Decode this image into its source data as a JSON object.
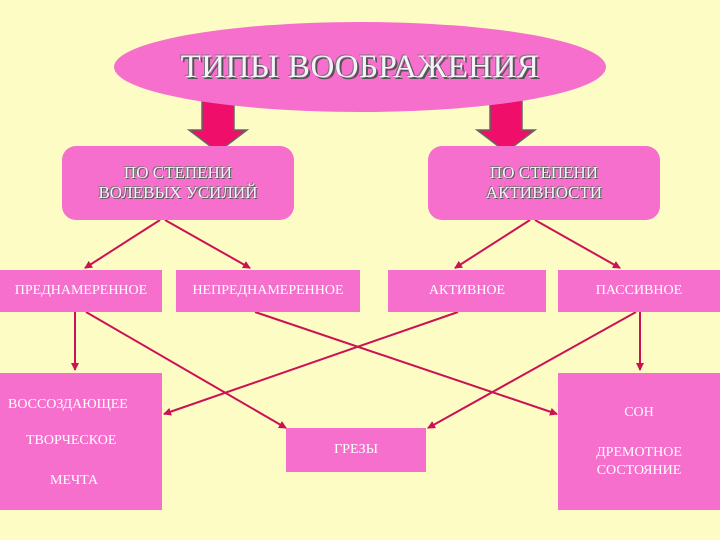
{
  "title": "ТИПЫ ВООБРАЖЕНИЯ",
  "categories": {
    "volitional": [
      "ПО СТЕПЕНИ",
      "ВОЛЕВЫХ УСИЛИЙ"
    ],
    "activity": [
      "ПО СТЕПЕНИ",
      "АКТИВНОСТИ"
    ]
  },
  "types": {
    "intentional": "ПРЕДНАМЕРЕННОЕ",
    "unintentional": "НЕПРЕДНАМЕРЕННОЕ",
    "active": "АКТИВНОЕ",
    "passive": "ПАССИВНОЕ"
  },
  "intentional_kinds": [
    "ВОССОЗДАЮЩЕЕ",
    "ТВОРЧЕСКОЕ",
    "МЕЧТА"
  ],
  "daydreams": "ГРЕЗЫ",
  "passive_kinds": {
    "sleep": "СОН",
    "drowsy": [
      "ДРЕМОТНОЕ",
      "СОСТОЯНИЕ"
    ]
  },
  "colors": {
    "background": "#fdfcc4",
    "box_fill": "#f76fcd",
    "arrow_fill": "#ef0f6b",
    "line": "#cc1155"
  }
}
